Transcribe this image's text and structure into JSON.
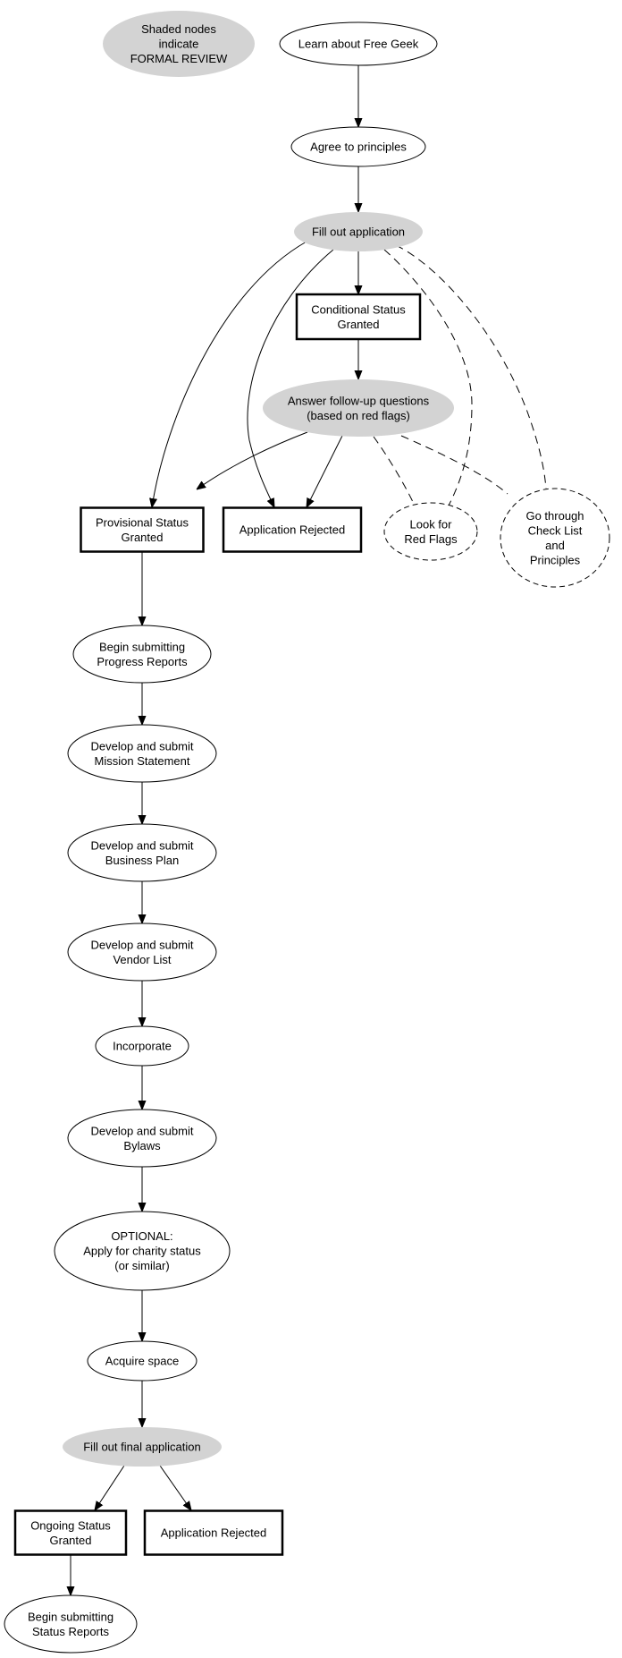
{
  "colors": {
    "formal_fill": "#d3d3d3",
    "stroke": "#000000",
    "background": "#ffffff"
  },
  "nodes": {
    "legend": {
      "lines": [
        "Shaded nodes",
        "indicate",
        "FORMAL REVIEW"
      ],
      "shape": "ellipse",
      "formal": true
    },
    "learn": {
      "lines": [
        "Learn about Free Geek"
      ],
      "shape": "ellipse"
    },
    "agree": {
      "lines": [
        "Agree to principles"
      ],
      "shape": "ellipse"
    },
    "fill_app": {
      "lines": [
        "Fill out application"
      ],
      "shape": "ellipse",
      "formal": true
    },
    "conditional": {
      "lines": [
        "Conditional Status",
        "Granted"
      ],
      "shape": "box"
    },
    "answer": {
      "lines": [
        "Answer follow-up questions",
        "(based on red flags)"
      ],
      "shape": "ellipse",
      "formal": true
    },
    "provisional": {
      "lines": [
        "Provisional Status",
        "Granted"
      ],
      "shape": "box"
    },
    "rejected1": {
      "lines": [
        "Application Rejected"
      ],
      "shape": "box"
    },
    "red_flags": {
      "lines": [
        "Look for",
        "Red Flags"
      ],
      "shape": "ellipse",
      "dashed": true
    },
    "checklist": {
      "lines": [
        "Go through",
        "Check List",
        "and",
        "Principles"
      ],
      "shape": "ellipse",
      "dashed": true
    },
    "progress": {
      "lines": [
        "Begin submitting",
        "Progress Reports"
      ],
      "shape": "ellipse"
    },
    "mission": {
      "lines": [
        "Develop and submit",
        "Mission Statement"
      ],
      "shape": "ellipse"
    },
    "business": {
      "lines": [
        "Develop and submit",
        "Business Plan"
      ],
      "shape": "ellipse"
    },
    "vendor": {
      "lines": [
        "Develop and submit",
        "Vendor List"
      ],
      "shape": "ellipse"
    },
    "incorporate": {
      "lines": [
        "Incorporate"
      ],
      "shape": "ellipse"
    },
    "bylaws": {
      "lines": [
        "Develop and submit",
        "Bylaws"
      ],
      "shape": "ellipse"
    },
    "charity": {
      "lines": [
        "OPTIONAL:",
        "Apply for charity status",
        "(or similar)"
      ],
      "shape": "ellipse"
    },
    "space": {
      "lines": [
        "Acquire space"
      ],
      "shape": "ellipse"
    },
    "final_app": {
      "lines": [
        "Fill out final application"
      ],
      "shape": "ellipse",
      "formal": true
    },
    "ongoing": {
      "lines": [
        "Ongoing Status",
        "Granted"
      ],
      "shape": "box"
    },
    "rejected2": {
      "lines": [
        "Application Rejected"
      ],
      "shape": "box"
    },
    "status_reports": {
      "lines": [
        "Begin submitting",
        "Status Reports"
      ],
      "shape": "ellipse"
    }
  },
  "edges": [
    {
      "from": "learn",
      "to": "agree"
    },
    {
      "from": "agree",
      "to": "fill_app"
    },
    {
      "from": "fill_app",
      "to": "conditional"
    },
    {
      "from": "fill_app",
      "to": "provisional"
    },
    {
      "from": "fill_app",
      "to": "rejected1"
    },
    {
      "from": "fill_app",
      "to": "red_flags",
      "dashed": true
    },
    {
      "from": "fill_app",
      "to": "checklist",
      "dashed": true
    },
    {
      "from": "conditional",
      "to": "answer"
    },
    {
      "from": "answer",
      "to": "provisional"
    },
    {
      "from": "answer",
      "to": "rejected1"
    },
    {
      "from": "answer",
      "to": "red_flags",
      "dashed": true
    },
    {
      "from": "answer",
      "to": "checklist",
      "dashed": true
    },
    {
      "from": "provisional",
      "to": "progress"
    },
    {
      "from": "progress",
      "to": "mission"
    },
    {
      "from": "mission",
      "to": "business"
    },
    {
      "from": "business",
      "to": "vendor"
    },
    {
      "from": "vendor",
      "to": "incorporate"
    },
    {
      "from": "incorporate",
      "to": "bylaws"
    },
    {
      "from": "bylaws",
      "to": "charity"
    },
    {
      "from": "charity",
      "to": "space"
    },
    {
      "from": "space",
      "to": "final_app"
    },
    {
      "from": "final_app",
      "to": "ongoing"
    },
    {
      "from": "final_app",
      "to": "rejected2"
    },
    {
      "from": "ongoing",
      "to": "status_reports"
    }
  ]
}
